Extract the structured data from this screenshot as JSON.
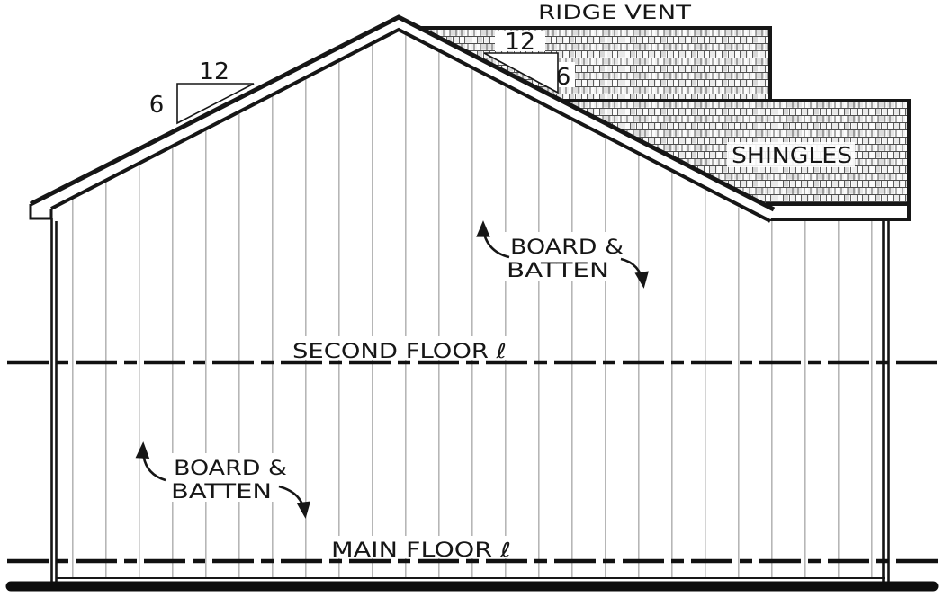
{
  "labels": {
    "ridge_vent": "RIDGE VENT",
    "shingles": "SHINGLES",
    "board_batten_mid": {
      "line1": "BOARD &",
      "line2": "BATTEN"
    },
    "board_batten_low": {
      "line1": "BOARD &",
      "line2": "BATTEN"
    },
    "second_floor": "SECOND FLOOR ℓ",
    "main_floor": "MAIN FLOOR ℓ"
  },
  "slope_left": {
    "run": "12",
    "rise": "6"
  },
  "slope_right": {
    "run": "12",
    "rise": "6"
  },
  "colors": {
    "ink": "#161616",
    "board_line": "#b2b2b2",
    "shingle_line": "#4d4d4d",
    "shingle_shade": "#dcdcdc",
    "background": "#ffffff"
  }
}
